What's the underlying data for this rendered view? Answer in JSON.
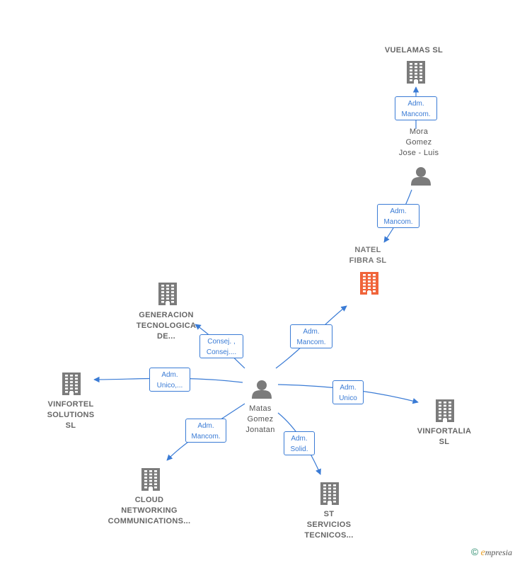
{
  "colors": {
    "edge": "#3a7bd5",
    "building": "#7b7b7b",
    "focus_building": "#f0643a",
    "person": "#7b7b7b"
  },
  "nodes": [
    {
      "id": "vuelamas",
      "type": "company",
      "label": "VUELAMAS  SL"
    },
    {
      "id": "mora",
      "type": "person",
      "label": "Mora\nGomez\nJose -  Luis"
    },
    {
      "id": "natel",
      "type": "focus",
      "label": "NATEL\nFIBRA  SL"
    },
    {
      "id": "generacion",
      "type": "company",
      "label": "GENERACION\nTECNOLOGICA\nDE..."
    },
    {
      "id": "vinfortel",
      "type": "company",
      "label": "VINFORTEL\nSOLUTIONS\nSL"
    },
    {
      "id": "matas",
      "type": "person",
      "label": "Matas\nGomez\nJonatan"
    },
    {
      "id": "vinfortalia",
      "type": "company",
      "label": "VINFORTALIA\nSL"
    },
    {
      "id": "cloud",
      "type": "company",
      "label": "CLOUD\nNETWORKING\nCOMMUNICATIONS..."
    },
    {
      "id": "st",
      "type": "company",
      "label": "ST\nSERVICIOS\nTECNICOS..."
    }
  ],
  "edges": [
    {
      "id": "mora-vuelamas",
      "label": "Adm.\nMancom."
    },
    {
      "id": "mora-natel",
      "label": "Adm.\nMancom."
    },
    {
      "id": "matas-natel",
      "label": "Adm.\nMancom."
    },
    {
      "id": "matas-generacion",
      "label": "Consej. ,\nConsej...."
    },
    {
      "id": "matas-vinfortel",
      "label": "Adm.\nUnico,..."
    },
    {
      "id": "matas-vinfortalia",
      "label": "Adm.\nUnico"
    },
    {
      "id": "matas-cloud",
      "label": "Adm.\nMancom."
    },
    {
      "id": "matas-st",
      "label": "Adm.\nSolid."
    }
  ],
  "brand": {
    "copyright": "©",
    "e": "e",
    "rest": "mpresia"
  }
}
